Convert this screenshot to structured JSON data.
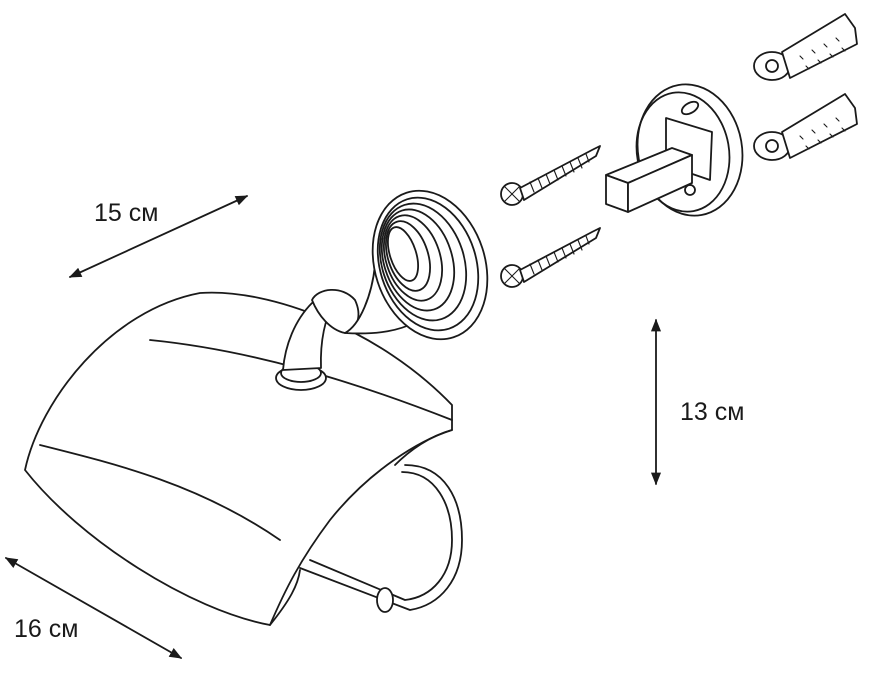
{
  "dimensions": {
    "width_label": "15 см",
    "height_label": "13 см",
    "depth_label": "16 см"
  },
  "colors": {
    "line": "#1a1a1a",
    "background": "#ffffff"
  }
}
